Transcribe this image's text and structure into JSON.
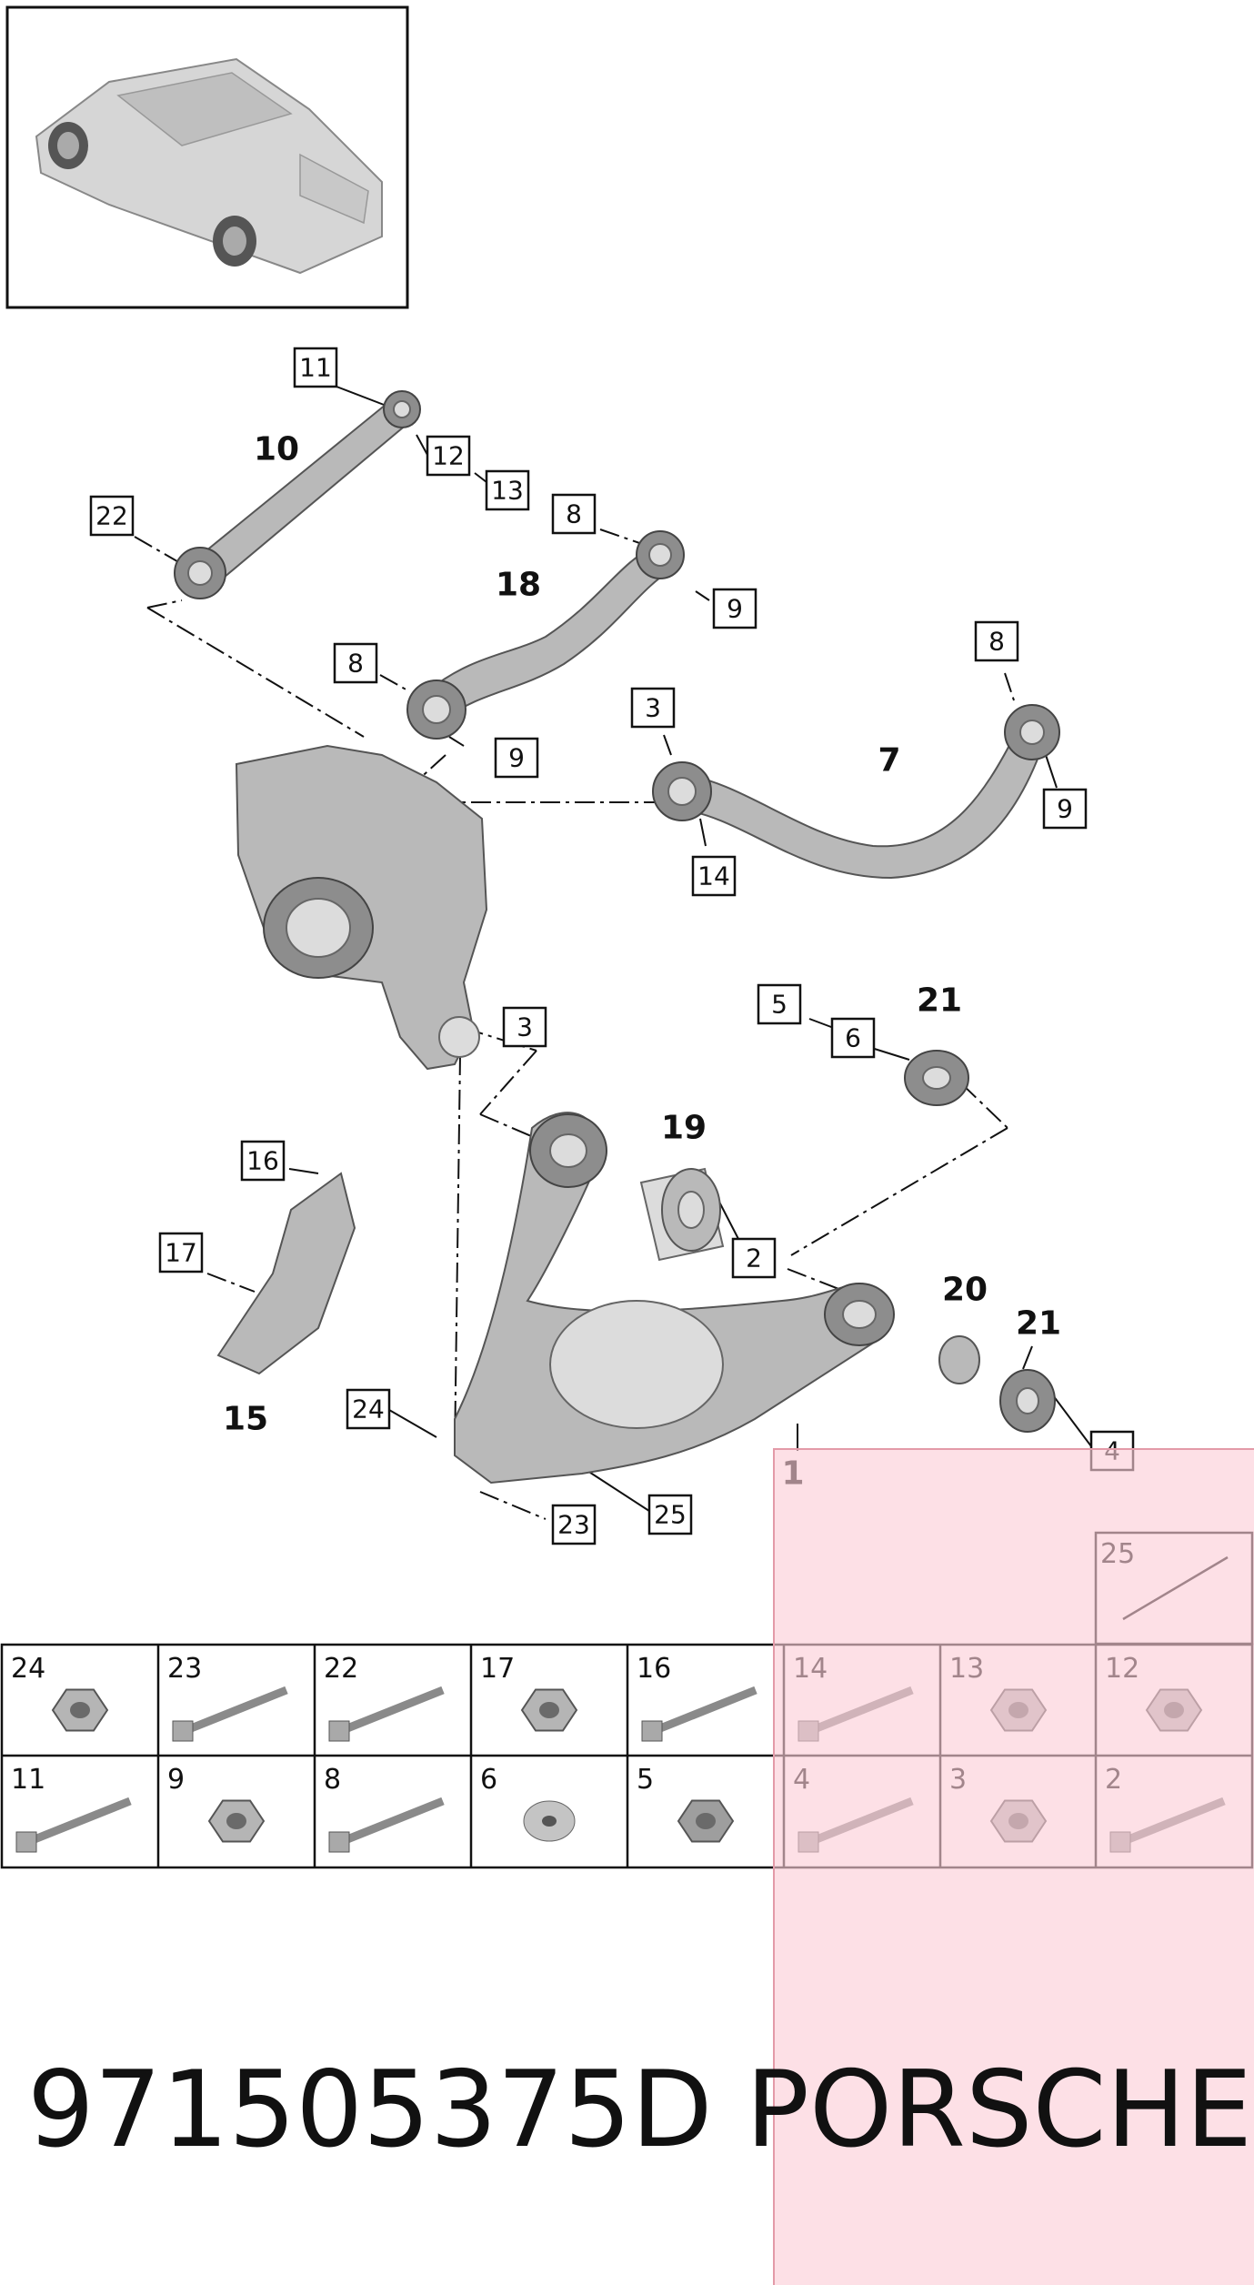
{
  "callouts": {
    "c11": "11",
    "c12": "12",
    "c13": "13",
    "c22": "22",
    "c8a": "8",
    "c9a": "9",
    "c8b": "8",
    "c9b": "9",
    "c8c": "8",
    "c9c": "9",
    "c3a": "3",
    "c14": "14",
    "c3b": "3",
    "c5": "5",
    "c6": "6",
    "c2": "2",
    "c16": "16",
    "c17": "17",
    "c24": "24",
    "c23": "23",
    "c25": "25",
    "c4": "4"
  },
  "bold_labels": {
    "b10": "10",
    "b18": "18",
    "b7": "7",
    "b21a": "21",
    "b19": "19",
    "b20": "20",
    "b21b": "21",
    "b15": "15",
    "b1": "1"
  },
  "parts_grid": {
    "top_cell": "25",
    "row1": [
      "24",
      "23",
      "22",
      "17",
      "16",
      "14",
      "13",
      "12"
    ],
    "row2": [
      "11",
      "9",
      "8",
      "6",
      "5",
      "4",
      "3",
      "2"
    ]
  },
  "footer": {
    "part_number": "971505375D",
    "brand": "PORSCHE"
  },
  "colors": {
    "highlight": "#fccdd7",
    "line": "#111111"
  }
}
